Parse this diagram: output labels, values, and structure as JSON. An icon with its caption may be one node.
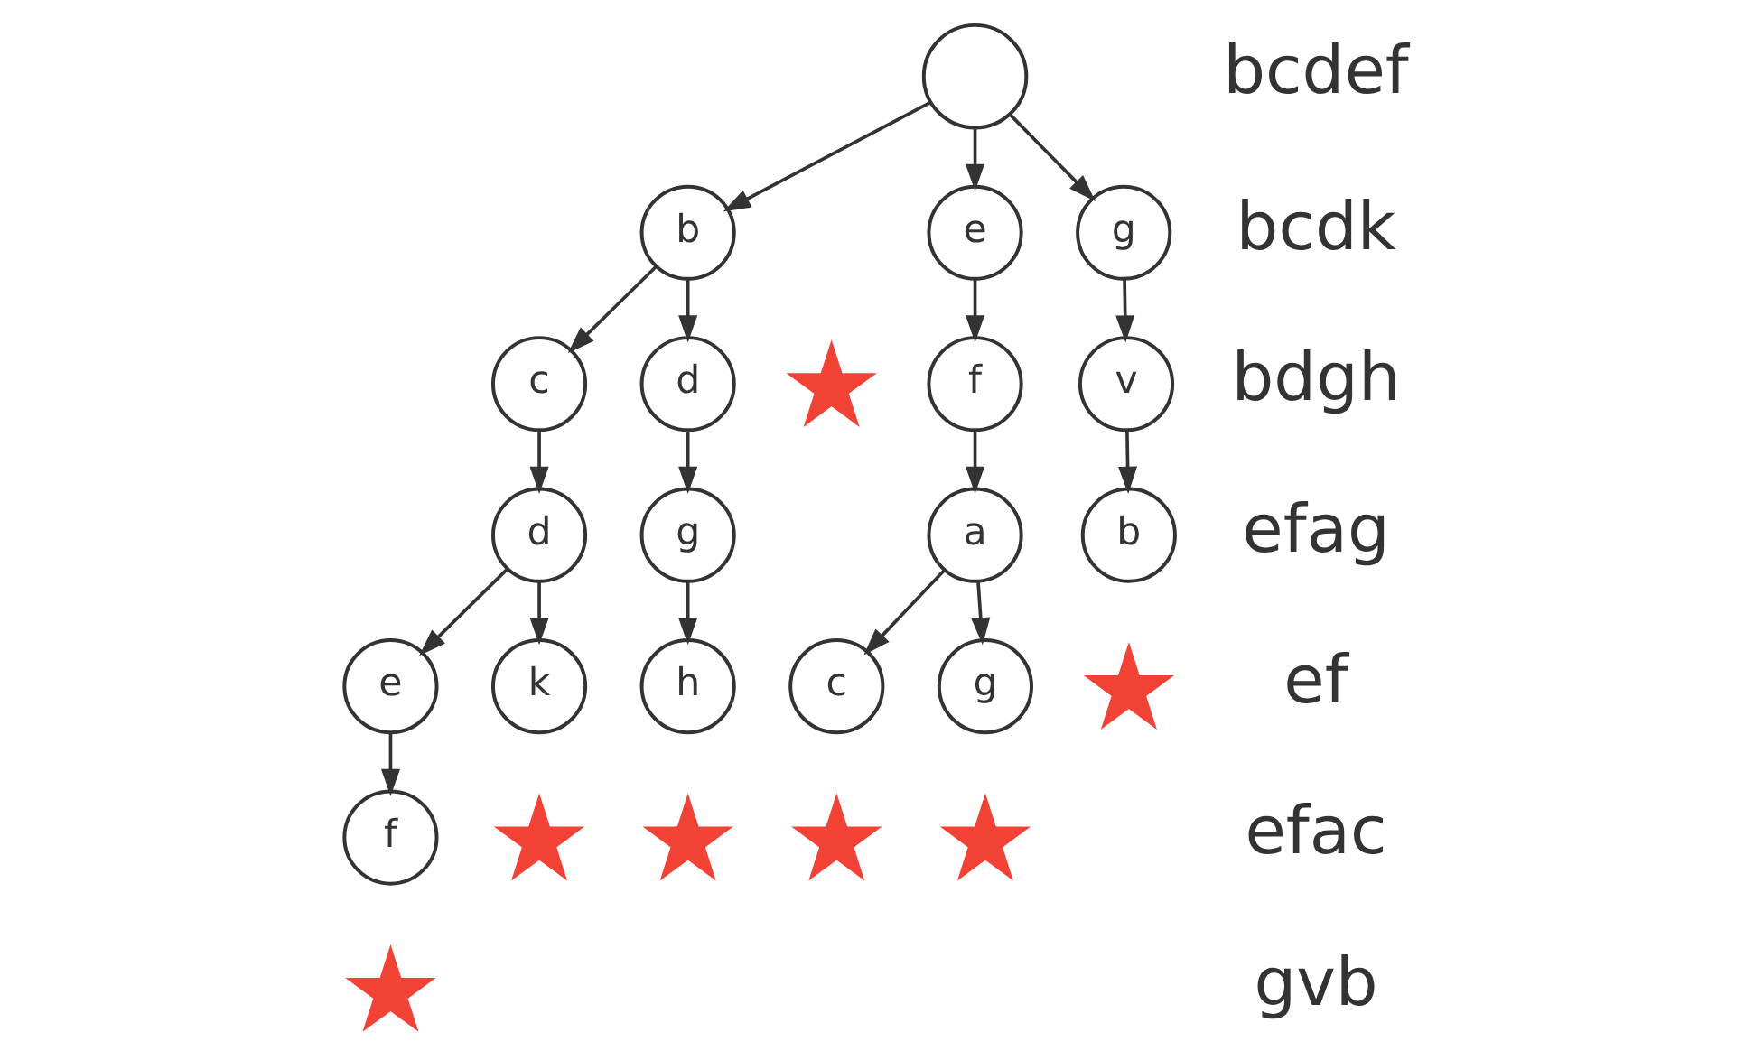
{
  "diagram": {
    "nodes": [
      {
        "text": [],
        "shape": "circle"
      },
      {
        "text": [
          "b"
        ]
      },
      {
        "text": [
          "e"
        ]
      },
      {
        "text": [
          "g"
        ]
      },
      {
        "text": [
          "c"
        ]
      },
      {
        "text": [
          "d"
        ]
      },
      {
        "text": [
          "f"
        ]
      },
      {
        "text": [
          "v"
        ]
      },
      {
        "text": [
          "a"
        ]
      },
      {
        "text": [
          "d"
        ]
      },
      {
        "text": [
          "g"
        ]
      },
      {
        "text": [
          "c"
        ]
      },
      {
        "text": [
          "g"
        ]
      },
      {
        "text": [
          "b"
        ]
      },
      {
        "text": [
          "e"
        ]
      },
      {
        "text": [
          "k"
        ]
      },
      {
        "text": [
          "h"
        ]
      },
      {
        "text": [
          "f"
        ]
      },
      {
        "text": [],
        "shape": "star"
      },
      {
        "text": [],
        "shape": "star"
      },
      {
        "text": [],
        "shape": "star"
      },
      {
        "text": [],
        "shape": "star"
      },
      {
        "text": [],
        "shape": "star"
      },
      {
        "text": [],
        "shape": "star"
      },
      {
        "text": [],
        "shape": "star"
      }
    ],
    "edges": [
      {
        "from": 0,
        "to": 1,
        "arrow": "to"
      },
      {
        "from": 0,
        "to": 2,
        "arrow": "to"
      },
      {
        "from": 0,
        "to": 3,
        "arrow": "to"
      },
      {
        "from": 1,
        "to": 4,
        "arrow": "to"
      },
      {
        "from": 1,
        "to": 5,
        "arrow": "to"
      },
      {
        "from": 2,
        "to": 6,
        "arrow": "to"
      },
      {
        "from": 3,
        "to": 7,
        "arrow": "to"
      },
      {
        "from": 4,
        "to": 9,
        "arrow": "to"
      },
      {
        "from": 5,
        "to": 10,
        "arrow": "to"
      },
      {
        "from": 6,
        "to": 8,
        "arrow": "to"
      },
      {
        "from": 8,
        "to": 11,
        "arrow": "to"
      },
      {
        "from": 8,
        "to": 12,
        "arrow": "to"
      },
      {
        "from": 7,
        "to": 13,
        "arrow": "to"
      },
      {
        "from": 9,
        "to": 14,
        "arrow": "to"
      },
      {
        "from": 9,
        "to": 15,
        "arrow": "to"
      },
      {
        "from": 10,
        "to": 16,
        "arrow": "to"
      },
      {
        "from": 14,
        "to": 17,
        "arrow": "to"
      }
    ],
    "labels": [
      "bcdef",
      "bcdk",
      "bdgh",
      "efag",
      "ef",
      "efac",
      "gvb"
    ]
  }
}
